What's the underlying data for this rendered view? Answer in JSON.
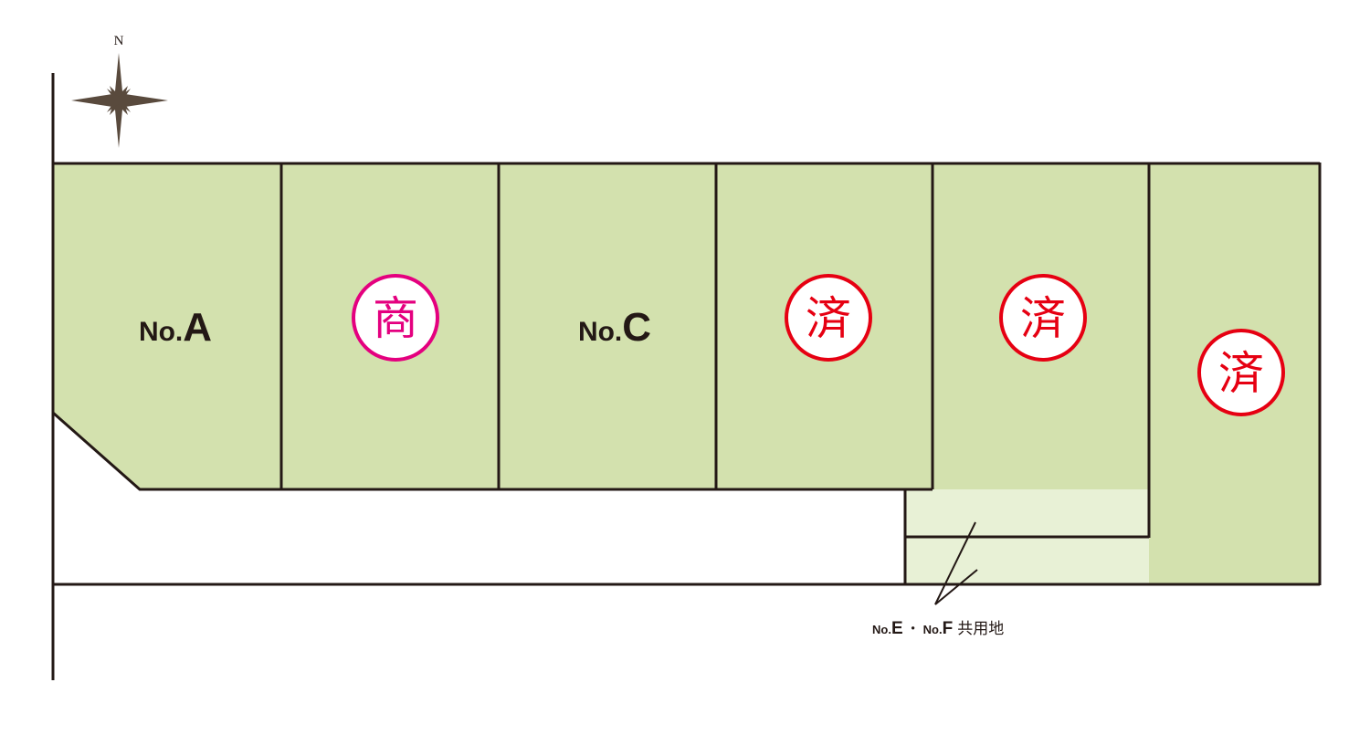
{
  "compass": {
    "north_label": "N"
  },
  "lots": [
    {
      "id": "A",
      "no_prefix": "No.",
      "letter": "A",
      "status": null
    },
    {
      "id": "B",
      "status": {
        "text": "商",
        "color": "#e4007f"
      }
    },
    {
      "id": "C",
      "no_prefix": "No.",
      "letter": "C",
      "status": null
    },
    {
      "id": "D",
      "status": {
        "text": "済",
        "color": "#e60012"
      }
    },
    {
      "id": "E",
      "status": {
        "text": "済",
        "color": "#e60012"
      }
    },
    {
      "id": "F",
      "status": {
        "text": "済",
        "color": "#e60012"
      }
    }
  ],
  "shared_land": {
    "no_e_prefix": "No.",
    "no_e_letter": "E",
    "separator": "・",
    "no_f_prefix": "No.",
    "no_f_letter": "F",
    "suffix": "共用地"
  },
  "colors": {
    "lot_fill": "#d3e1ae",
    "shared_fill": "#e8f1d6",
    "line": "#231815",
    "compass": "#594a3d"
  }
}
